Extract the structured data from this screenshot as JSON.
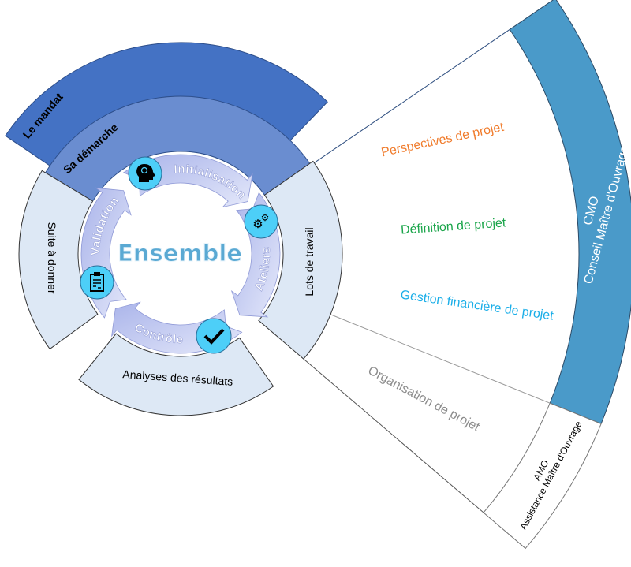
{
  "center": {
    "title": "Ensemble"
  },
  "outer_ring": {
    "mandat": "Le mandat",
    "demarche": "Sa démarche",
    "suite": "Suite à donner",
    "lots": "Lots de travail",
    "analyses": "Analyses des résultats"
  },
  "cycle": {
    "initialisation": "Initialisation",
    "ateliers": "Ateliers",
    "controle": "Contrôle",
    "validation": "Validation",
    "icons": [
      "lightbulb-head-icon",
      "gears-icon",
      "checkmark-icon",
      "clipboard-icon"
    ]
  },
  "fan": {
    "perspectives": "Perspectives de projet",
    "definition": "Définition de projet",
    "gestion": "Gestion financière de projet",
    "organisation": "Organisation de projet",
    "cmo_abbr": "CMO",
    "cmo_full": "Conseil Maître d'Ouvrage",
    "amo_abbr": "AMO",
    "amo_full": "Assistance Maître d'Ouvrage"
  },
  "colors": {
    "mandat": "#4472c4",
    "demarche": "#6a8dd0",
    "light_ring": "#dde8f5",
    "cmo": "#4a9ac9",
    "arrow": "#c3caf0",
    "icon_circle": "#4dcff8",
    "ensemble": "#5aa9d3",
    "perspectives": "#f07b2b",
    "definition": "#1aa54a",
    "gestion": "#1aaee8",
    "organisation": "#8c8c8c"
  }
}
